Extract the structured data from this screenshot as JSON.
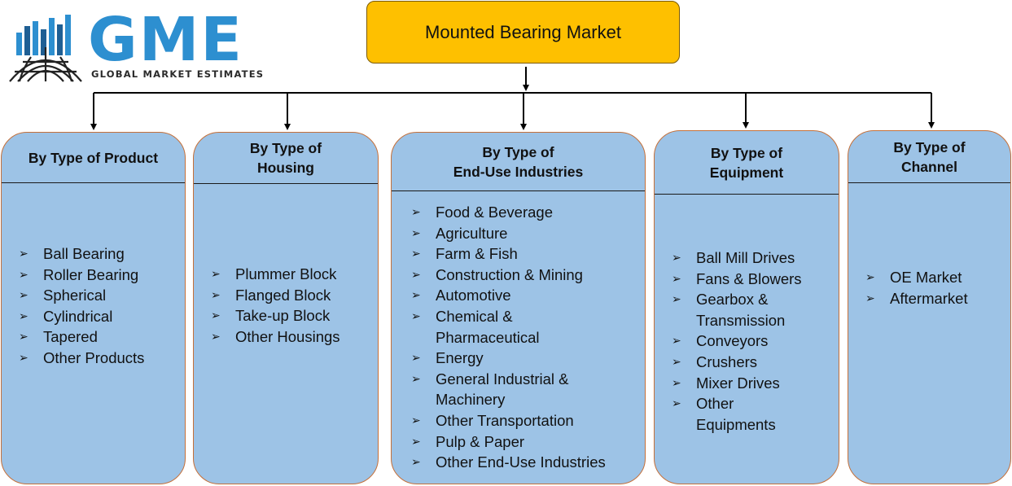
{
  "logo": {
    "name": "GME",
    "tagline": "GLOBAL MARKET ESTIMATES",
    "colors": {
      "blue": "#2d8fd0",
      "dark": "#2b2b2b"
    }
  },
  "root": {
    "label": "Mounted Bearing Market",
    "color": "#fec000"
  },
  "colors": {
    "box_fill": "#9dc3e6",
    "box_border": "#c5703a",
    "connector": "#000000"
  },
  "categories": [
    {
      "id": "product",
      "title_lines": [
        "By Type of Product"
      ],
      "items": [
        [
          "Ball Bearing"
        ],
        [
          "Roller Bearing"
        ],
        [
          "Spherical"
        ],
        [
          "Cylindrical"
        ],
        [
          "Tapered"
        ],
        [
          "Other Products"
        ]
      ]
    },
    {
      "id": "housing",
      "title_lines": [
        "By Type of",
        "Housing"
      ],
      "items": [
        [
          "Plummer Block"
        ],
        [
          "Flanged Block"
        ],
        [
          "Take-up Block"
        ],
        [
          "Other Housings"
        ]
      ]
    },
    {
      "id": "enduse",
      "title_lines": [
        "By Type of",
        "End-Use Industries"
      ],
      "items": [
        [
          "Food & Beverage"
        ],
        [
          "Agriculture"
        ],
        [
          "Farm & Fish"
        ],
        [
          "Construction & Mining"
        ],
        [
          "Automotive"
        ],
        [
          "Chemical &",
          "Pharmaceutical"
        ],
        [
          "Energy"
        ],
        [
          "General Industrial &",
          "Machinery"
        ],
        [
          "Other Transportation"
        ],
        [
          "Pulp & Paper"
        ],
        [
          "Other End-Use Industries"
        ]
      ]
    },
    {
      "id": "equipment",
      "title_lines": [
        "By Type of",
        "Equipment"
      ],
      "items": [
        [
          "Ball Mill Drives"
        ],
        [
          "Fans & Blowers"
        ],
        [
          "Gearbox &",
          "Transmission"
        ],
        [
          "Conveyors"
        ],
        [
          "Crushers"
        ],
        [
          "Mixer Drives"
        ],
        [
          "Other",
          "Equipments"
        ]
      ]
    },
    {
      "id": "channel",
      "title_lines": [
        "By Type of",
        "Channel"
      ],
      "items": [
        [
          "OE Market"
        ],
        [
          "Aftermarket"
        ]
      ]
    }
  ]
}
